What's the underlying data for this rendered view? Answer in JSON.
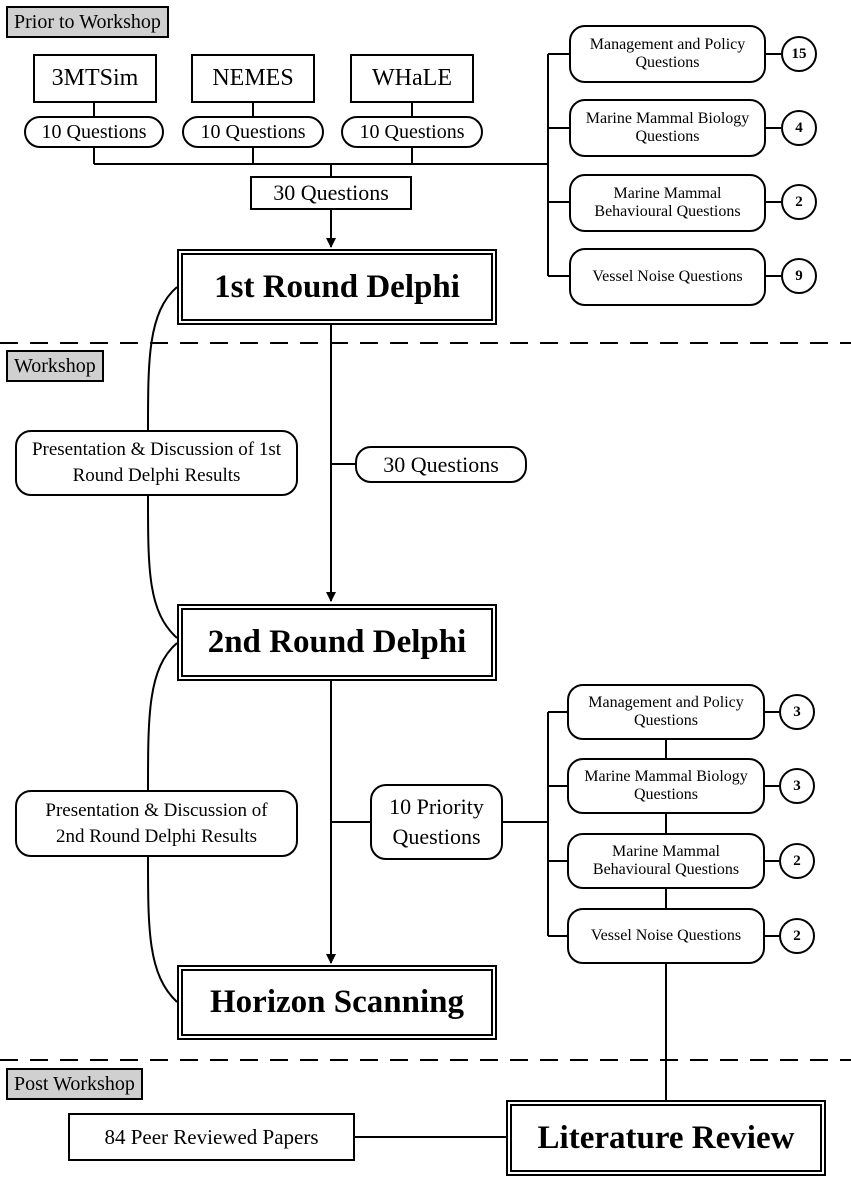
{
  "sections": {
    "prior": "Prior to Workshop",
    "workshop": "Workshop",
    "post": "Post Workshop"
  },
  "tools": [
    {
      "name": "3MTSim",
      "questions": "10 Questions"
    },
    {
      "name": "NEMES",
      "questions": "10 Questions"
    },
    {
      "name": "WHaLE",
      "questions": "10 Questions"
    }
  ],
  "total_questions": "30 Questions",
  "round1": {
    "title": "1st Round Delphi",
    "categories": [
      {
        "label": "Management and Policy Questions",
        "count": "15"
      },
      {
        "label": "Marine Mammal Biology Questions",
        "count": "4"
      },
      {
        "label": "Marine Mammal Behavioural Questions",
        "count": "2"
      },
      {
        "label": "Vessel Noise Questions",
        "count": "9"
      }
    ]
  },
  "workshop": {
    "discussion1": "Presentation & Discussion of 1st Round Delphi Results",
    "questions": "30 Questions",
    "discussion2": "Presentation & Discussion of 2nd Round Delphi Results"
  },
  "round2": {
    "title": "2nd Round Delphi",
    "priority": "10 Priority Questions",
    "categories": [
      {
        "label": "Management and Policy Questions",
        "count": "3"
      },
      {
        "label": "Marine Mammal Biology Questions",
        "count": "3"
      },
      {
        "label": "Marine Mammal Behavioural Questions",
        "count": "2"
      },
      {
        "label": "Vessel Noise Questions",
        "count": "2"
      }
    ]
  },
  "horizon": "Horizon Scanning",
  "post": {
    "papers": "84 Peer Reviewed Papers",
    "literature": "Literature Review"
  }
}
